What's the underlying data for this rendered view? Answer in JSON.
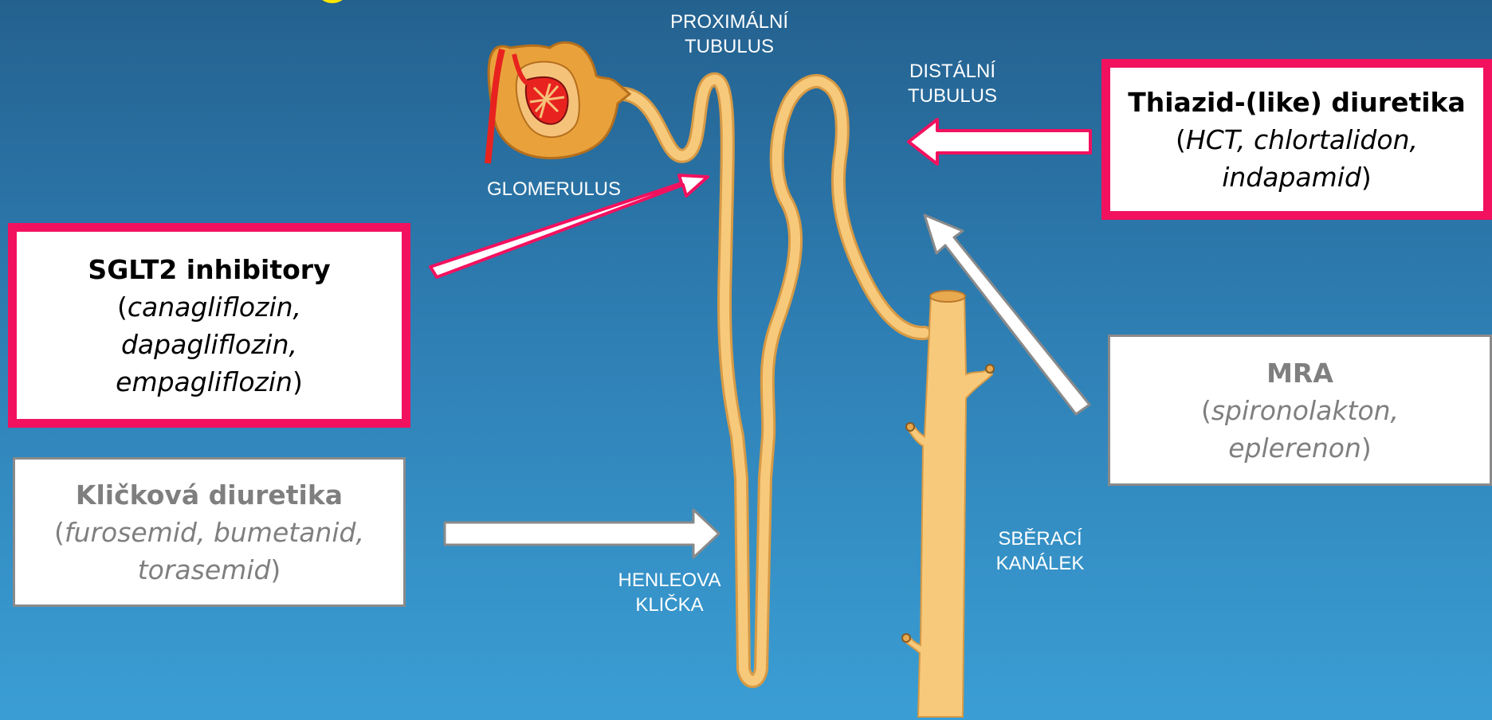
{
  "structures": {
    "proximal": [
      "PROXIMÁLNÍ",
      "TUBULUS"
    ],
    "distal": [
      "DISTÁLNÍ",
      "TUBULUS"
    ],
    "glomerulus": [
      "GLOMERULUS"
    ],
    "henle": [
      "HENLEOVA",
      "KLIČKA"
    ],
    "collecting": [
      "SBĚRACÍ",
      "KANÁLEK"
    ]
  },
  "drugs": {
    "sglt2": {
      "name": "SGLT2 inhibitory",
      "lines": [
        "canagliflozin,",
        "dapagliflozin,",
        "empagliflozin"
      ],
      "state": "highlighted"
    },
    "thiazide": {
      "name": "Thiazid-(like) diuretika",
      "lines": [
        "HCT, chlortalidon,",
        "indapamid"
      ],
      "state": "highlighted"
    },
    "mra": {
      "name": "MRA",
      "lines": [
        "spironolakton,",
        "eplerenon"
      ],
      "state": "dimmed"
    },
    "loop": {
      "name": "Kličková diuretika",
      "lines": [
        "furosemid, bumetanid,",
        "torasemid"
      ],
      "state": "dimmed"
    }
  },
  "colors": {
    "tubule": "#f7c97b",
    "highlight_border": "#f2115f",
    "dimmed_border": "#8a8a8a",
    "glomerulus_capsule": "#e9a23b",
    "glomerulus_vessel": "#e8231f"
  }
}
